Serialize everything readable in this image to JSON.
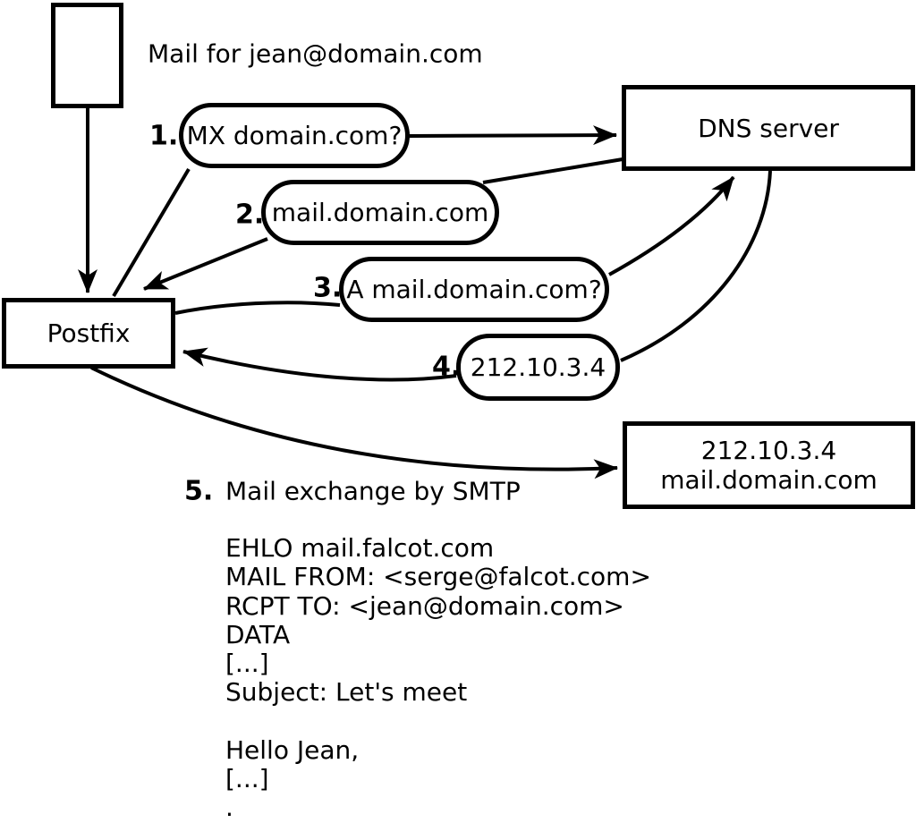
{
  "diagram": {
    "title_note": "Mail for jean@domain.com",
    "nodes": {
      "mail_icon": "",
      "postfix": "Postfix",
      "dns_server": "DNS server",
      "target_server_line1": "212.10.3.4",
      "target_server_line2": "mail.domain.com"
    },
    "steps": [
      {
        "num": "1.",
        "label": "MX domain.com?"
      },
      {
        "num": "2.",
        "label": "mail.domain.com"
      },
      {
        "num": "3.",
        "label": "A mail.domain.com?"
      },
      {
        "num": "4.",
        "label": "212.10.3.4"
      },
      {
        "num": "5.",
        "label": "Mail exchange by SMTP"
      }
    ],
    "smtp_transcript": "EHLO mail.falcot.com\nMAIL FROM: <serge@falcot.com>\nRCPT TO: <jean@domain.com>\nDATA\n[...]\nSubject: Let's meet\n\nHello Jean,\n[...]\n."
  },
  "colors": {
    "stroke": "#000000",
    "background": "#ffffff"
  }
}
